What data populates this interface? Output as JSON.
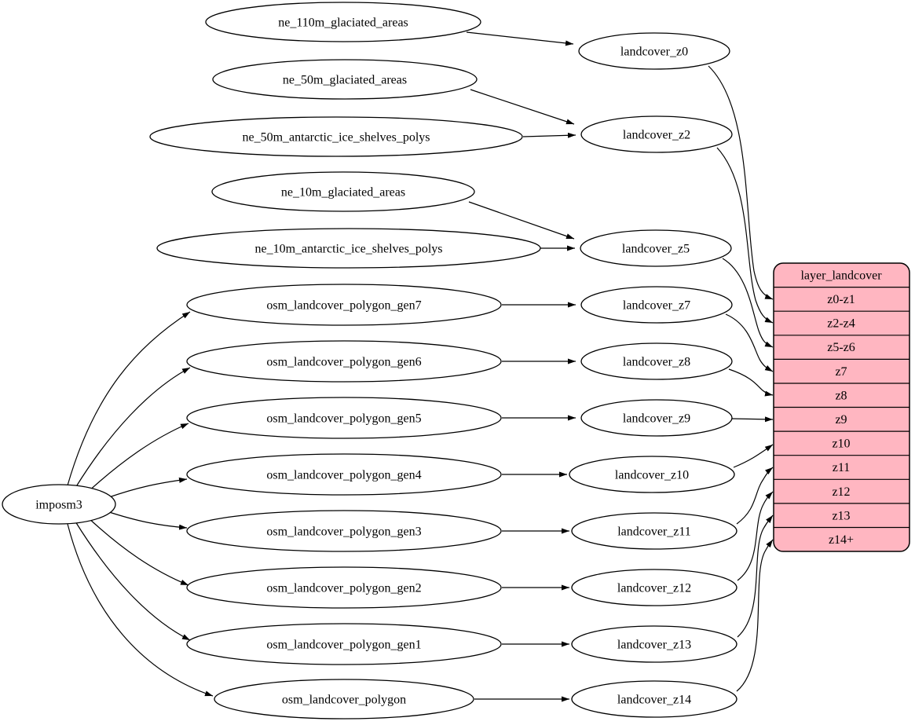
{
  "diagram": {
    "type": "dependency-graph",
    "background_color": "#ffffff",
    "node_fill_color": "#ffffff",
    "node_stroke_color": "#000000",
    "edge_color": "#000000",
    "record_fill_color": "#ffb6c1"
  },
  "nodes": {
    "imposm3": "imposm3",
    "ne_110m_glaciated_areas": "ne_110m_glaciated_areas",
    "ne_50m_glaciated_areas": "ne_50m_glaciated_areas",
    "ne_50m_antarctic_ice_shelves_polys": "ne_50m_antarctic_ice_shelves_polys",
    "ne_10m_glaciated_areas": "ne_10m_glaciated_areas",
    "ne_10m_antarctic_ice_shelves_polys": "ne_10m_antarctic_ice_shelves_polys",
    "osm_landcover_polygon_gen7": "osm_landcover_polygon_gen7",
    "osm_landcover_polygon_gen6": "osm_landcover_polygon_gen6",
    "osm_landcover_polygon_gen5": "osm_landcover_polygon_gen5",
    "osm_landcover_polygon_gen4": "osm_landcover_polygon_gen4",
    "osm_landcover_polygon_gen3": "osm_landcover_polygon_gen3",
    "osm_landcover_polygon_gen2": "osm_landcover_polygon_gen2",
    "osm_landcover_polygon_gen1": "osm_landcover_polygon_gen1",
    "osm_landcover_polygon": "osm_landcover_polygon",
    "landcover_z0": "landcover_z0",
    "landcover_z2": "landcover_z2",
    "landcover_z5": "landcover_z5",
    "landcover_z7": "landcover_z7",
    "landcover_z8": "landcover_z8",
    "landcover_z9": "landcover_z9",
    "landcover_z10": "landcover_z10",
    "landcover_z11": "landcover_z11",
    "landcover_z12": "landcover_z12",
    "landcover_z13": "landcover_z13",
    "landcover_z14": "landcover_z14"
  },
  "record": {
    "title": "layer_landcover",
    "rows": [
      "z0-z1",
      "z2-z4",
      "z5-z6",
      "z7",
      "z8",
      "z9",
      "z10",
      "z11",
      "z12",
      "z13",
      "z14+"
    ]
  },
  "edges": [
    [
      "ne_110m_glaciated_areas",
      "landcover_z0"
    ],
    [
      "ne_50m_glaciated_areas",
      "landcover_z2"
    ],
    [
      "ne_50m_antarctic_ice_shelves_polys",
      "landcover_z2"
    ],
    [
      "ne_10m_glaciated_areas",
      "landcover_z5"
    ],
    [
      "ne_10m_antarctic_ice_shelves_polys",
      "landcover_z5"
    ],
    [
      "imposm3",
      "osm_landcover_polygon_gen7"
    ],
    [
      "imposm3",
      "osm_landcover_polygon_gen6"
    ],
    [
      "imposm3",
      "osm_landcover_polygon_gen5"
    ],
    [
      "imposm3",
      "osm_landcover_polygon_gen4"
    ],
    [
      "imposm3",
      "osm_landcover_polygon_gen3"
    ],
    [
      "imposm3",
      "osm_landcover_polygon_gen2"
    ],
    [
      "imposm3",
      "osm_landcover_polygon_gen1"
    ],
    [
      "imposm3",
      "osm_landcover_polygon"
    ],
    [
      "osm_landcover_polygon_gen7",
      "landcover_z7"
    ],
    [
      "osm_landcover_polygon_gen6",
      "landcover_z8"
    ],
    [
      "osm_landcover_polygon_gen5",
      "landcover_z9"
    ],
    [
      "osm_landcover_polygon_gen4",
      "landcover_z10"
    ],
    [
      "osm_landcover_polygon_gen3",
      "landcover_z11"
    ],
    [
      "osm_landcover_polygon_gen2",
      "landcover_z12"
    ],
    [
      "osm_landcover_polygon_gen1",
      "landcover_z13"
    ],
    [
      "osm_landcover_polygon",
      "landcover_z14"
    ],
    [
      "landcover_z0",
      "layer_landcover:z0-z1"
    ],
    [
      "landcover_z2",
      "layer_landcover:z2-z4"
    ],
    [
      "landcover_z5",
      "layer_landcover:z5-z6"
    ],
    [
      "landcover_z7",
      "layer_landcover:z7"
    ],
    [
      "landcover_z8",
      "layer_landcover:z8"
    ],
    [
      "landcover_z9",
      "layer_landcover:z9"
    ],
    [
      "landcover_z10",
      "layer_landcover:z10"
    ],
    [
      "landcover_z11",
      "layer_landcover:z11"
    ],
    [
      "landcover_z12",
      "layer_landcover:z12"
    ],
    [
      "landcover_z13",
      "layer_landcover:z13"
    ],
    [
      "landcover_z14",
      "layer_landcover:z14+"
    ]
  ]
}
